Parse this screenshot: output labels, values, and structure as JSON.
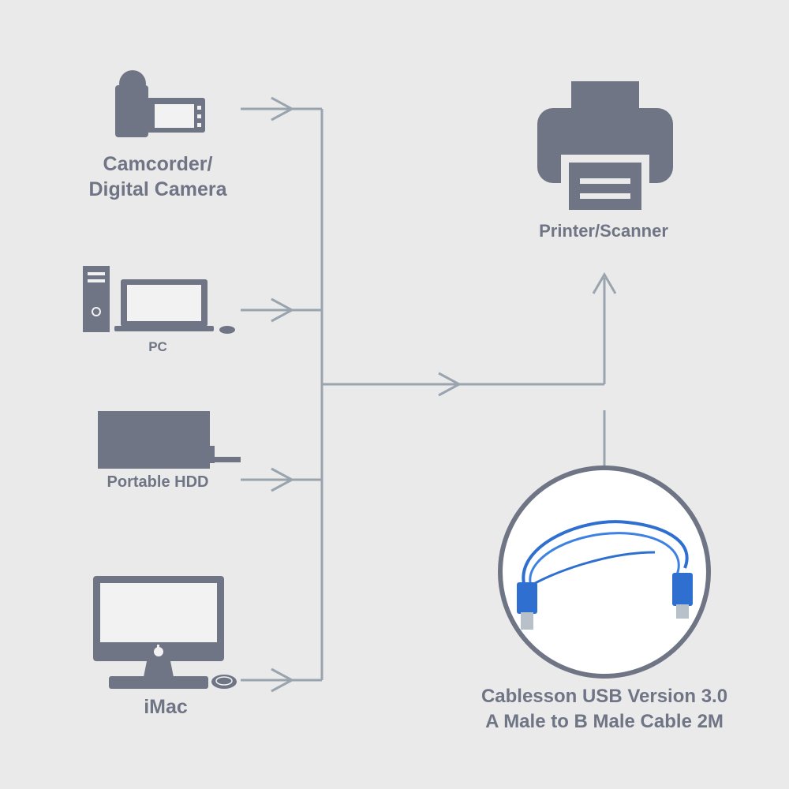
{
  "colors": {
    "background": "#eaeaea",
    "icon": "#6f7585",
    "line": "#9aa4ae",
    "cable": "#2f6fd0",
    "screen": "#f2f2f2"
  },
  "sources": [
    {
      "icon": "camcorder-icon",
      "label_lines": [
        "Camcorder/",
        "Digital Camera"
      ]
    },
    {
      "icon": "pc-icon",
      "label_lines": [
        "PC"
      ]
    },
    {
      "icon": "hdd-icon",
      "label_lines": [
        "Portable HDD"
      ]
    },
    {
      "icon": "imac-icon",
      "label_lines": [
        "iMac"
      ]
    }
  ],
  "destination": {
    "icon": "printer-icon",
    "label": "Printer/Scanner"
  },
  "cable": {
    "icon": "usb-cable-icon",
    "label_lines": [
      "Cablesson USB Version 3.0",
      "A Male to B Male Cable 2M"
    ]
  }
}
